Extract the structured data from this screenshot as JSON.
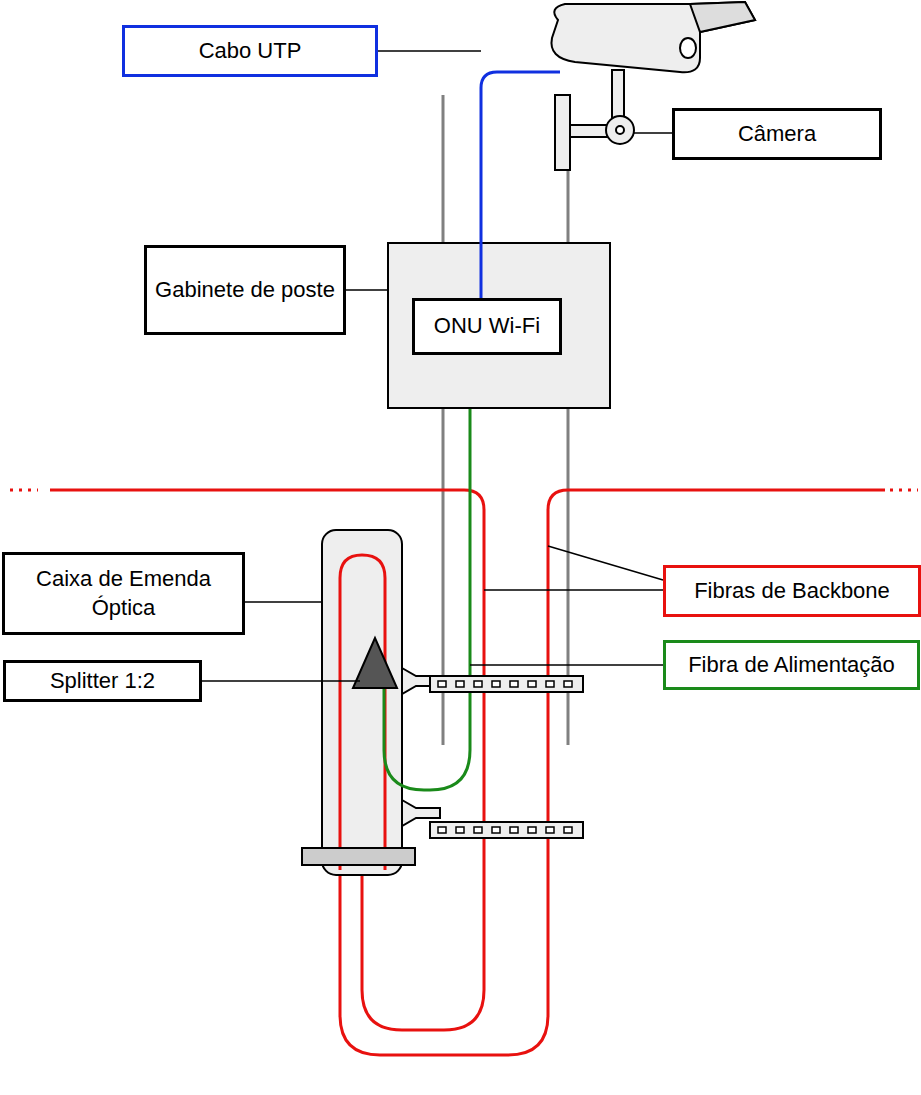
{
  "diagram": {
    "nodes": [
      {
        "text": [
          "Cabo UTP"
        ]
      },
      {
        "text": [
          "Câmera"
        ]
      },
      {
        "text": [
          "Gabinete de poste"
        ]
      },
      {
        "text": [
          "ONU Wi-Fi"
        ]
      },
      {
        "text": [
          "Caixa de Emenda Óptica"
        ]
      },
      {
        "text": [
          "Fibras de Backbone"
        ]
      },
      {
        "text": [
          "Fibra de Alimentação"
        ]
      },
      {
        "text": [
          "Splitter 1:2"
        ]
      }
    ]
  }
}
